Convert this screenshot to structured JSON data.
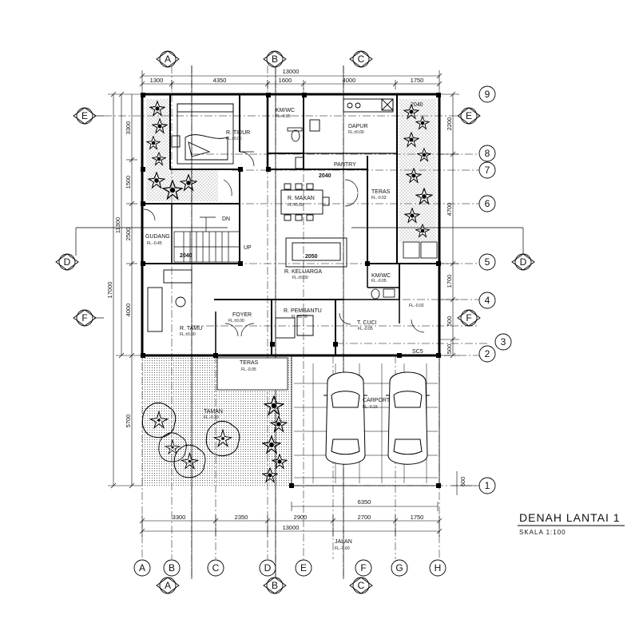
{
  "title": "DENAH LANTAI 1",
  "scale": "SKALA 1:100",
  "top_total": "13000",
  "top_dims": [
    "1300",
    "4350",
    "1600",
    "4000",
    "1750"
  ],
  "bottom_total": "13000",
  "bottom_dims": [
    "3300",
    "2350",
    "2900",
    "2700",
    "1750"
  ],
  "carport_width": "6350",
  "left_total": "17000",
  "left_sub": "11300",
  "left_dims": [
    "3300",
    "1500",
    "2500",
    "4000",
    "5700"
  ],
  "right_dims": [
    "2200",
    "4700",
    "1700",
    "500",
    "500",
    "600"
  ],
  "bottom_grid": [
    "A",
    "B",
    "C",
    "D",
    "E",
    "F",
    "G",
    "H"
  ],
  "top_markers": [
    "A",
    "B",
    "C"
  ],
  "side_markers": [
    "E",
    "D",
    "F"
  ],
  "row_markers": [
    "9",
    "8",
    "7",
    "6",
    "5",
    "4",
    "3",
    "2",
    "1"
  ],
  "rooms": {
    "tidur": "R. TIDUR",
    "tidur_fl": "FL.±0.00",
    "kmwc1": "KM/WC",
    "kmwc1_fl": "FL.-0.05",
    "dapur": "DAPUR",
    "dapur_fl": "FL.±0.00",
    "pantry": "PANTRY",
    "pantry_dim": "2040",
    "makan": "R. MAKAN",
    "makan_fl": "FL.±0.00",
    "teras_side": "TERAS",
    "teras_side_fl": "FL.-0.02",
    "gudang": "GUDANG",
    "gudang_fl": "FL.-0.45",
    "stair_dn": "DN",
    "stair_up": "UP",
    "stair_dim": "2040",
    "keluarga": "R. KELUARGA",
    "keluarga_fl": "FL.±0.00",
    "keluarga_dim": "2050",
    "kmwc2": "KM/WC",
    "kmwc2_fl": "FL.-0.05",
    "pembantu": "R. PEMBANTU",
    "pembantu_fl": "FL.±0.00",
    "foyer": "FOYER",
    "foyer_fl": "FL.±0.00",
    "tamu": "R. TAMU",
    "tamu_fl": "FL.±0.00",
    "cuci": "T. CUCI",
    "cuci_fl": "FL.-0.05",
    "side_fl": "FL.-0.02",
    "teras": "TERAS",
    "teras_fl": "FL.-0.05",
    "carport": "CARPORT",
    "carport_fl": "FL.-0.15",
    "taman": "TAMAN",
    "taman_fl": "FL.-0.10",
    "jalan": "JALAN",
    "jalan_fl": "FL.-0.60",
    "garden_dim": "2040",
    "sc5": "SC5"
  }
}
